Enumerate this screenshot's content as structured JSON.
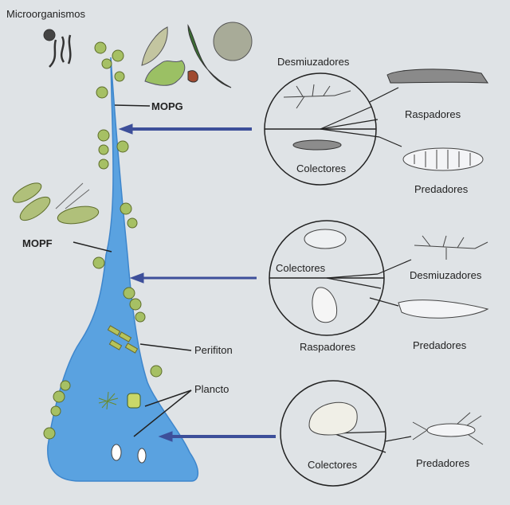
{
  "labels": {
    "microorganismos": "Microorganismos",
    "mopg": "MOPG",
    "mopf": "MOPF",
    "perifiton": "Perifiton",
    "plancto": "Plancto"
  },
  "groups": {
    "top": {
      "desmiuzadores": "Desmiuzadores",
      "colectores": "Colectores",
      "raspadores": "Raspadores",
      "predadores": "Predadores"
    },
    "middle": {
      "colectores": "Colectores",
      "raspadores": "Raspadores",
      "desmiuzadores": "Desmiuzadores",
      "predadores": "Predadores"
    },
    "bottom": {
      "colectores": "Colectores",
      "predadores": "Predadores"
    }
  },
  "colors": {
    "river": "#5aa2e0",
    "river_dark": "#3e86cc",
    "arrow": "#3d4f9a",
    "clusters": "#a6c064",
    "leaf": "#9bc064"
  }
}
